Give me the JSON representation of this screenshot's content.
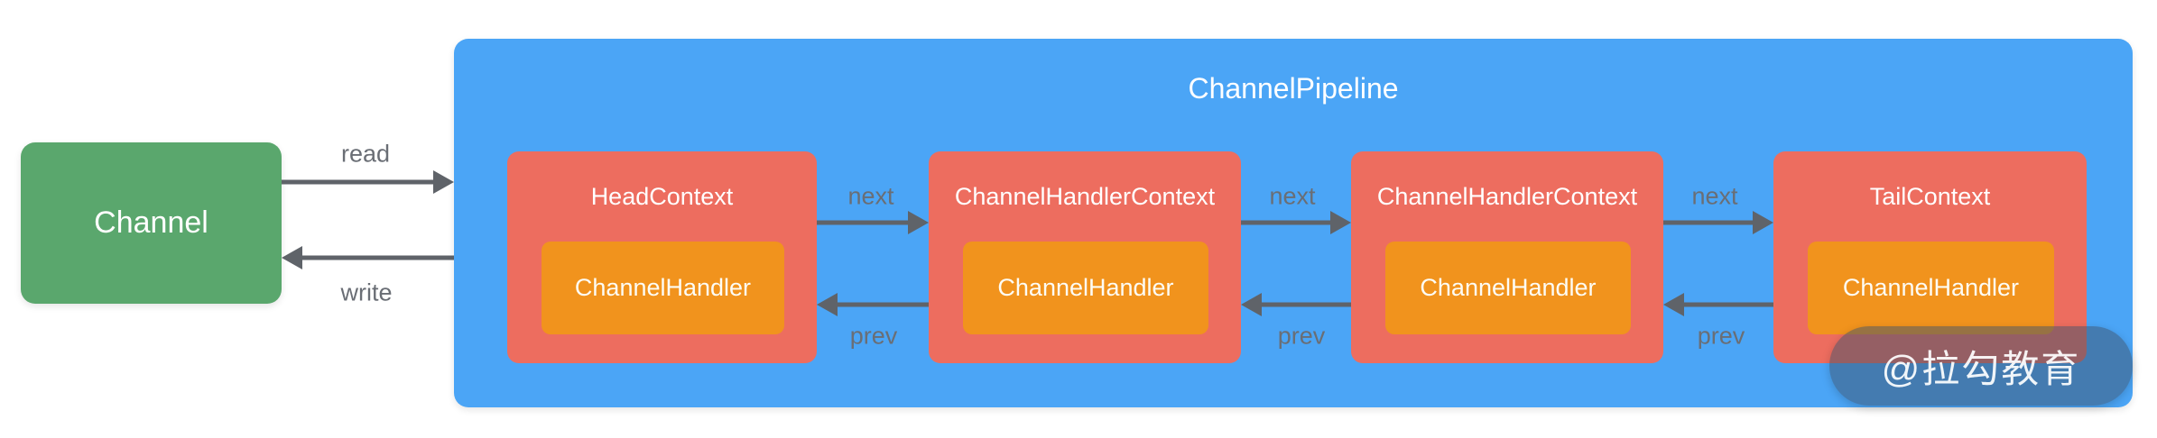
{
  "colors": {
    "channel_green": "#5AA76D",
    "pipeline_blue": "#4BA5F6",
    "context_red": "#ED6D5F",
    "handler_orange": "#F1931D",
    "arrow_gray": "#5F6369",
    "label_gray": "#6A6E75"
  },
  "channel": {
    "label": "Channel"
  },
  "edges": {
    "read_label": "read",
    "write_label": "write",
    "next_label": "next",
    "prev_label": "prev"
  },
  "pipeline": {
    "title": "ChannelPipeline",
    "nodes": [
      {
        "title": "HeadContext",
        "handler": "ChannelHandler"
      },
      {
        "title": "ChannelHandlerContext",
        "handler": "ChannelHandler"
      },
      {
        "title": "ChannelHandlerContext",
        "handler": "ChannelHandler"
      },
      {
        "title": "TailContext",
        "handler": "ChannelHandler"
      }
    ]
  },
  "watermark": {
    "text": "@拉勾教育"
  }
}
